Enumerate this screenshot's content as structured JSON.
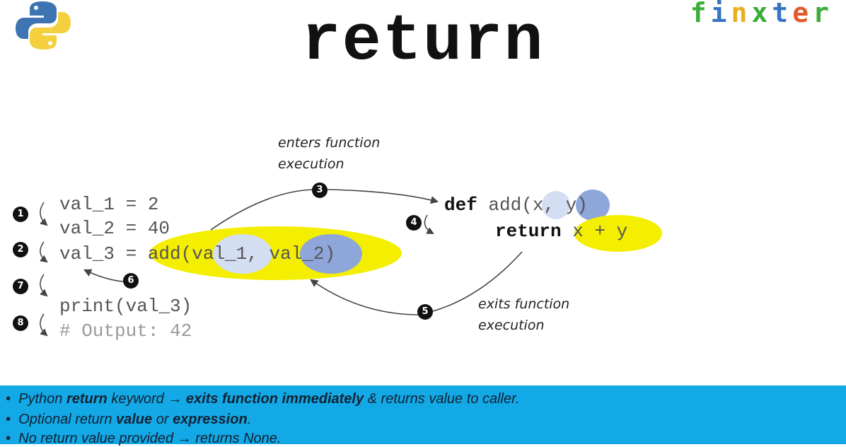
{
  "title": "return",
  "brand": {
    "letters": [
      "f",
      "i",
      "n",
      "x",
      "t",
      "e",
      "r"
    ],
    "colors": [
      "#3cac3b",
      "#3775c2",
      "#e8b021",
      "#3cac3b",
      "#3775c2",
      "#e25a2b",
      "#3cac3b"
    ]
  },
  "code_left": {
    "line1": "val_1 = 2",
    "line2": "val_2 = 40",
    "line3_prefix": "val_3 = ",
    "line3_call": "add(",
    "line3_arg1": "val_1",
    "line3_sep": ", ",
    "line3_arg2": "val_2",
    "line3_close": ")",
    "line4": "print(val_3)",
    "line5": "# Output: 42"
  },
  "code_right": {
    "def_kw": "def",
    "def_sig_a": " add(",
    "def_param_x": "x",
    "def_sig_b": ", ",
    "def_param_y": "y",
    "def_sig_c": ")",
    "return_kw": "return",
    "return_expr": " x + y"
  },
  "captions": {
    "enters_1": "enters function",
    "enters_2": "execution",
    "exits_1": "exits function",
    "exits_2": "execution"
  },
  "steps": [
    "1",
    "2",
    "3",
    "4",
    "5",
    "6",
    "7",
    "8"
  ],
  "bullets": [
    {
      "bullet": "•",
      "a": "Python ",
      "b": "return",
      "c": " keyword ",
      "d": "→ exits function immediately",
      "e": " & returns value to caller."
    },
    {
      "bullet": "•",
      "a": "Optional return ",
      "b": "value",
      "c": " or ",
      "d": "expression",
      "e": "."
    },
    {
      "bullet": "•",
      "a": "No return value provided ",
      "b": "→",
      "c": " returns None.",
      "d": "",
      "e": ""
    }
  ],
  "colors": {
    "highlight_yellow": "#f4ee00",
    "light_blue": "#d4def2",
    "mid_blue": "#8ea6da",
    "bar_blue": "#13a8e6"
  }
}
